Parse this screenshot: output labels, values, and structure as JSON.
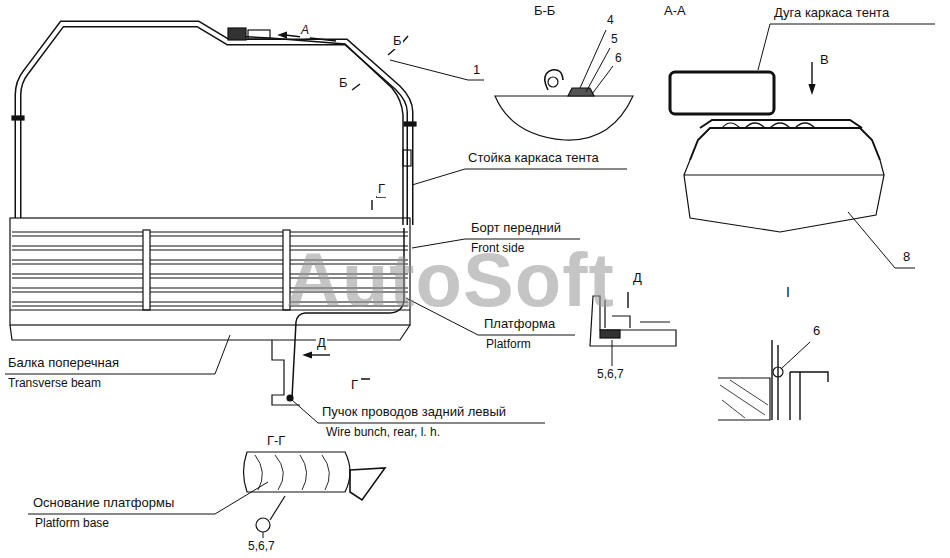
{
  "diagram": {
    "labels": [
      "Б",
      "А",
      "Б",
      "1",
      "Б-Б",
      "4",
      "5",
      "6",
      "А-А",
      "Дуга каркаса тента",
      "В",
      "8",
      "Стойка каркаса тента",
      "Г",
      "Борт передний",
      "Front side",
      "AutoSoft",
      "Д",
      "Платформа",
      "Platform",
      "I",
      "6",
      "5,6,7",
      "Балка поперечная",
      "Transverse beam",
      "Д",
      "Г",
      "Пучок проводов задний левый",
      "Wire bunch, rear, l. h.",
      "Г-Г",
      "Основание платформы",
      "Platform base",
      "5,6,7"
    ]
  }
}
